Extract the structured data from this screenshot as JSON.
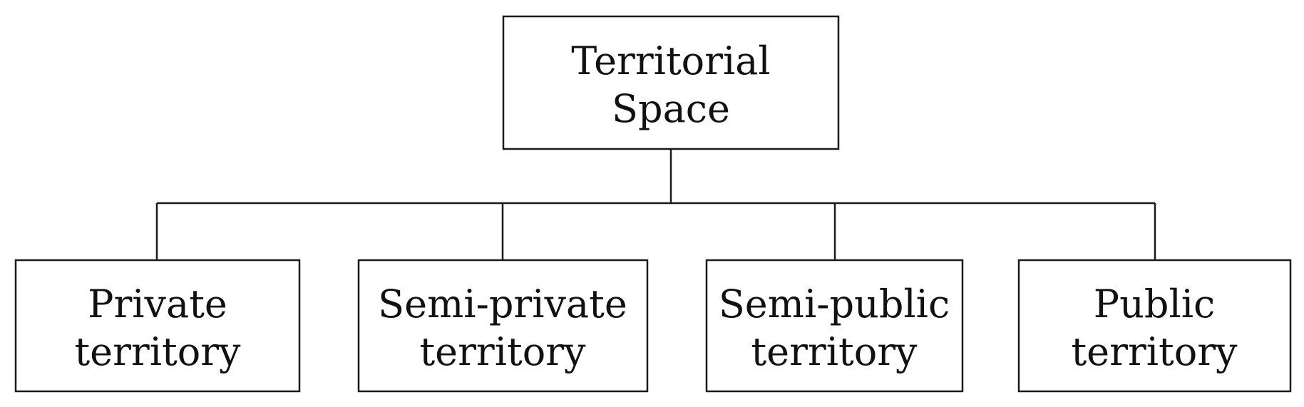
{
  "diagram": {
    "root": {
      "line1": "Territorial",
      "line2": "Space"
    },
    "children": [
      {
        "line1": "Private",
        "line2": "territory"
      },
      {
        "line1": "Semi-private",
        "line2": "territory"
      },
      {
        "line1": "Semi-public",
        "line2": "territory"
      },
      {
        "line1": "Public",
        "line2": "territory"
      }
    ]
  }
}
